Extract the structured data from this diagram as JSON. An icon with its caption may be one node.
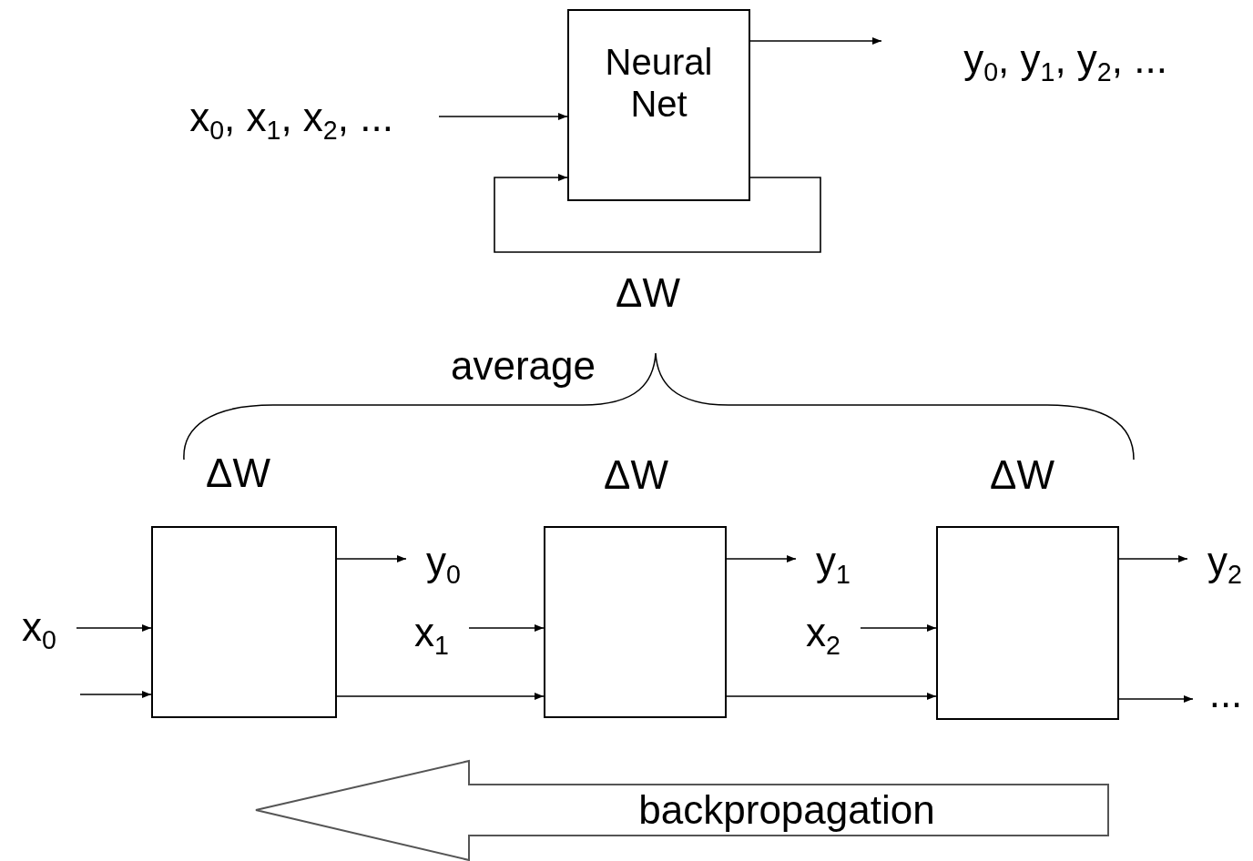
{
  "diagram": {
    "nodes": [
      {
        "text": [
          "Neural Net"
        ]
      },
      {
        "text": [
          "x$_{0}$, x$_{1}$, x$_{2}$, ..."
        ]
      },
      {
        "text": [
          "y$_{0}$, y$_{1}$, y$_{2}$, ..."
        ]
      },
      {
        "text": [],
        "shape": "box"
      },
      {
        "text": [],
        "shape": "box"
      },
      {
        "text": [],
        "shape": "box"
      },
      {
        "text": [
          "x$_{0}$"
        ]
      },
      {
        "text": [
          "y$_{0}$"
        ]
      },
      {
        "text": [
          "x$_{1}$"
        ]
      },
      {
        "text": [
          "y$_{1}$"
        ]
      },
      {
        "text": [
          "x$_{2}$"
        ]
      },
      {
        "text": [
          "y$_{2}$"
        ]
      },
      {
        "text": [
          "..."
        ]
      },
      {
        "text": [
          "backpropagation"
        ]
      }
    ],
    "edges": [
      {
        "from": 1,
        "to": 0,
        "arrow": "to"
      },
      {
        "from": 0,
        "to": 2,
        "arrow": "to"
      },
      {
        "from": 0,
        "to": 0,
        "arrow": "to"
      },
      {
        "from": 6,
        "to": 3,
        "arrow": "to"
      },
      {
        "from": null,
        "to": 3,
        "arrow": "to"
      },
      {
        "from": 3,
        "to": 7,
        "arrow": "to"
      },
      {
        "from": 8,
        "to": 4,
        "arrow": "to"
      },
      {
        "from": 4,
        "to": 9,
        "arrow": "to"
      },
      {
        "from": 3,
        "to": 4,
        "arrow": "to"
      },
      {
        "from": 10,
        "to": 5,
        "arrow": "to"
      },
      {
        "from": 5,
        "to": 11,
        "arrow": "to"
      },
      {
        "from": 4,
        "to": 5,
        "arrow": "to"
      },
      {
        "from": 5,
        "to": 12,
        "arrow": "to"
      }
    ],
    "labels": [
      "ΔW",
      "average",
      "ΔW",
      "ΔW",
      "ΔW"
    ]
  }
}
